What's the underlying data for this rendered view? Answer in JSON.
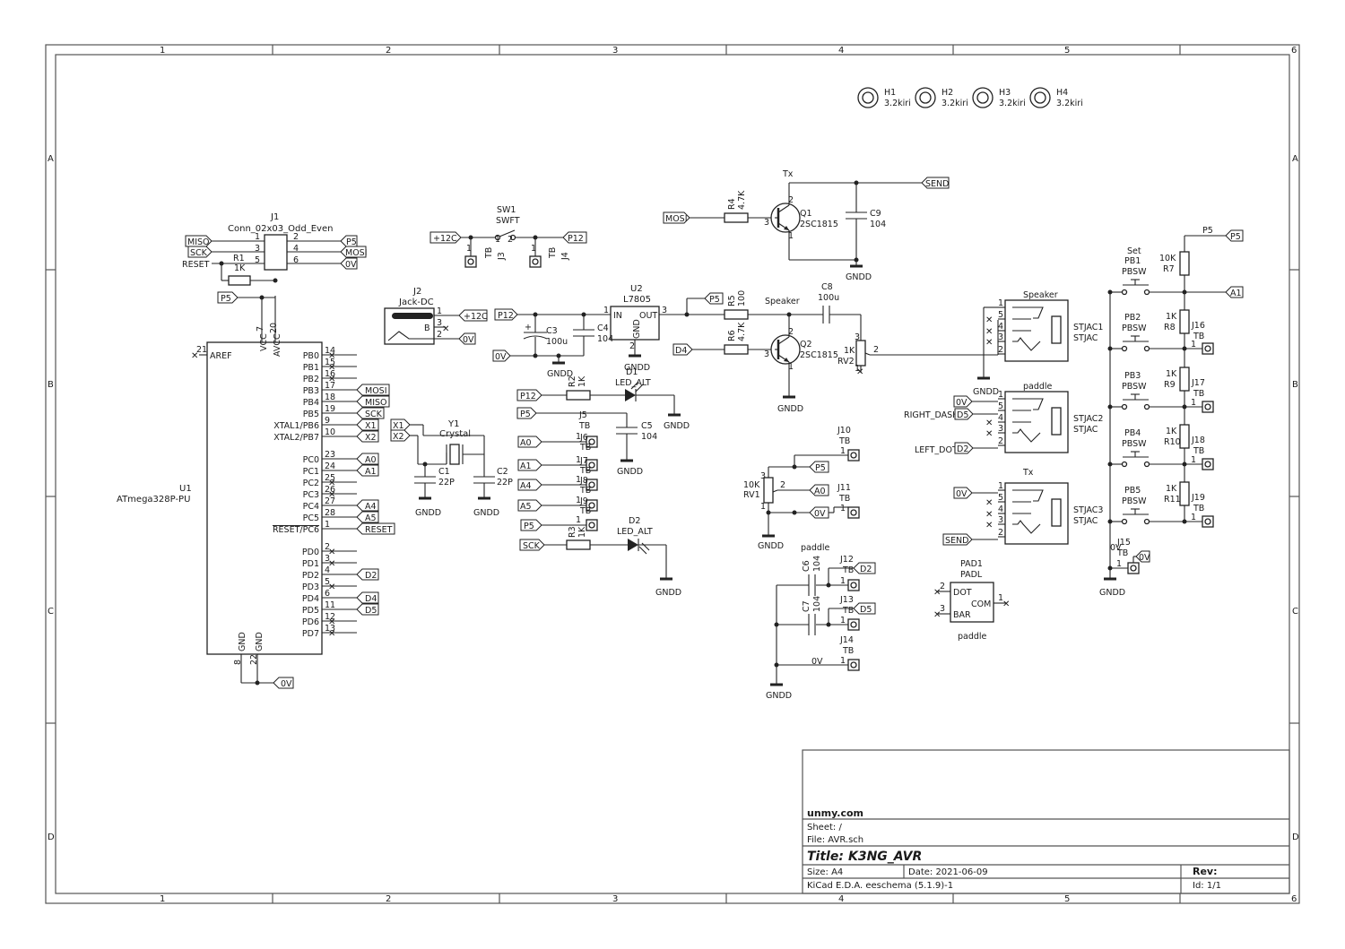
{
  "frame": {
    "cols": [
      "1",
      "2",
      "3",
      "4",
      "5",
      "6"
    ],
    "rows": [
      "A",
      "B",
      "C",
      "D"
    ]
  },
  "title_block": {
    "company": "unmy.com",
    "sheet": "Sheet: /",
    "file": "File: AVR.sch",
    "title_label": "Title:",
    "title": "K3NG_AVR",
    "size": "Size: A4",
    "date": "Date: 2021-06-09",
    "rev": "Rev:",
    "tool": "KiCad E.D.A.  eeschema (5.1.9)-1",
    "id": "Id: 1/1"
  },
  "mount_holes": [
    {
      "ref": "H1",
      "value": "3.2kiri"
    },
    {
      "ref": "H2",
      "value": "3.2kiri"
    },
    {
      "ref": "H3",
      "value": "3.2kiri"
    },
    {
      "ref": "H4",
      "value": "3.2kiri"
    }
  ],
  "u1": {
    "ref": "U1",
    "value": "ATmega328P-PU",
    "left_pins": [
      "AREF"
    ],
    "top_pins": [
      "VCC",
      "AVCC"
    ],
    "bottom_pins": [
      "GND",
      "GND"
    ],
    "right_pins": [
      "PB0",
      "PB1",
      "PB2",
      "PB3",
      "PB4",
      "PB5",
      "XTAL1/PB6",
      "XTAL2/PB7",
      "PC0",
      "PC1",
      "PC2",
      "PC3",
      "PC4",
      "PC5",
      "RESET/PC6",
      "PD0",
      "PD1",
      "PD2",
      "PD3",
      "PD4",
      "PD5",
      "PD6",
      "PD7"
    ],
    "right_nums": [
      "14",
      "15",
      "16",
      "17",
      "18",
      "19",
      "9",
      "10",
      "23",
      "24",
      "25",
      "26",
      "27",
      "28",
      "1",
      "2",
      "3",
      "4",
      "5",
      "6",
      "11",
      "12",
      "13"
    ],
    "right_nets": [
      "",
      "",
      "",
      "MOSI",
      "MISO",
      "SCK",
      "X1",
      "X2",
      "A0",
      "A1",
      "",
      "",
      "A4",
      "A5",
      "RESET",
      "",
      "",
      "D2",
      "",
      "D4",
      "D5",
      "",
      ""
    ],
    "num_aref": "21",
    "num_vcc": "7",
    "num_avcc": "20",
    "num_gnd1": "8",
    "num_gnd2": "22"
  },
  "j1": {
    "ref": "J1",
    "value": "Conn_02x03_Odd_Even",
    "left_nets": [
      "MISO",
      "SCK",
      "RESET"
    ],
    "right_nets": [
      "P5",
      "MOSI",
      "0V"
    ],
    "left_nums": [
      "1",
      "3",
      "5"
    ],
    "right_nums": [
      "2",
      "4",
      "6"
    ]
  },
  "r1": {
    "ref": "R1",
    "value": "1K"
  },
  "nets": {
    "p5": "P5",
    "p12": "P12",
    "v12": "+12C",
    "ov": "0V",
    "gndd": "GNDD",
    "mosi": "MOSI",
    "miso": "MISO",
    "sck": "SCK",
    "reset": "RESET",
    "x1": "X1",
    "x2": "X2",
    "a0": "A0",
    "a1": "A1",
    "a4": "A4",
    "a5": "A5",
    "d2": "D2",
    "d4": "D4",
    "d5": "D5",
    "send": "SEND"
  },
  "sw1": {
    "ref": "SW1",
    "value": "SWFT",
    "j3": "J3",
    "j4": "J4",
    "tb": "TB",
    "n1": "1",
    "n2": "2"
  },
  "j2": {
    "ref": "J2",
    "value": "Jack-DC",
    "b": "B",
    "n1": "1",
    "n2": "2",
    "n3": "3"
  },
  "u2": {
    "ref": "U2",
    "value": "L7805",
    "in": "IN",
    "out": "OUT",
    "gnd": "GND",
    "n1": "1",
    "n2": "2",
    "n3": "3"
  },
  "c3": {
    "ref": "C3",
    "value": "100u"
  },
  "c4": {
    "ref": "C4",
    "value": "104"
  },
  "r2": {
    "ref": "R2",
    "value": "1K"
  },
  "d1": {
    "ref": "D1",
    "value": "LED_ALT"
  },
  "c5": {
    "ref": "C5",
    "value": "104"
  },
  "y1": {
    "ref": "Y1",
    "value": "Crystal"
  },
  "c1": {
    "ref": "C1",
    "value": "22P"
  },
  "c2": {
    "ref": "C2",
    "value": "22P"
  },
  "j5": {
    "ref": "J5",
    "value": "TB"
  },
  "tb_rows": [
    {
      "net": "A0",
      "ref": "J6",
      "value": "TB"
    },
    {
      "net": "A1",
      "ref": "J7",
      "value": "TB"
    },
    {
      "net": "A4",
      "ref": "J8",
      "value": "TB"
    },
    {
      "net": "A5",
      "ref": "J9",
      "value": "TB"
    }
  ],
  "r3": {
    "ref": "R3",
    "value": "1K"
  },
  "d2": {
    "ref": "D2",
    "value": "LED_ALT"
  },
  "q1": {
    "ref": "Q1",
    "value": "2SC1815",
    "label": "Tx"
  },
  "r4": {
    "ref": "R4",
    "value": "4.7K"
  },
  "c9": {
    "ref": "C9",
    "value": "104"
  },
  "r5": {
    "ref": "R5",
    "value": "100"
  },
  "r6": {
    "ref": "R6",
    "value": "4.7K"
  },
  "q2": {
    "ref": "Q2",
    "value": "2SC1815",
    "label": "Speaker"
  },
  "c8": {
    "ref": "C8",
    "value": "100u"
  },
  "rv2": {
    "ref": "RV2",
    "value": "1K"
  },
  "stjac": [
    {
      "ref": "STJAC1",
      "value": "STJAC",
      "title": "Speaker"
    },
    {
      "ref": "STJAC2",
      "value": "STJAC",
      "title": "paddle",
      "right_dash": "RIGHT_DASH",
      "left_dot": "LEFT_DOT"
    },
    {
      "ref": "STJAC3",
      "value": "STJAC",
      "title": "Tx"
    }
  ],
  "rv1": {
    "ref": "RV1",
    "value": "10K",
    "caption": "paddle"
  },
  "j10": {
    "ref": "J10",
    "value": "TB"
  },
  "j11": {
    "ref": "J11",
    "value": "TB"
  },
  "j12": {
    "ref": "J12",
    "value": "TB"
  },
  "j13": {
    "ref": "J13",
    "value": "TB"
  },
  "j14": {
    "ref": "J14",
    "value": "TB"
  },
  "c6": {
    "ref": "C6",
    "value": "104"
  },
  "c7": {
    "ref": "C7",
    "value": "104"
  },
  "pad1": {
    "ref": "PAD1",
    "value": "PADL",
    "dot": "DOT",
    "bar": "BAR",
    "com": "COM",
    "caption": "paddle"
  },
  "buttons": [
    {
      "ref": "PB1",
      "value": "PBSW",
      "label": "Set"
    },
    {
      "ref": "PB2",
      "value": "PBSW",
      "label": ""
    },
    {
      "ref": "PB3",
      "value": "PBSW",
      "label": ""
    },
    {
      "ref": "PB4",
      "value": "PBSW",
      "label": ""
    },
    {
      "ref": "PB5",
      "value": "PBSW",
      "label": ""
    }
  ],
  "r7": {
    "ref": "R7",
    "value": "10K"
  },
  "ladder": [
    {
      "r_ref": "R8",
      "r_val": "1K",
      "j_ref": "J16",
      "j_val": "TB"
    },
    {
      "r_ref": "R9",
      "r_val": "1K",
      "j_ref": "J17",
      "j_val": "TB"
    },
    {
      "r_ref": "R10",
      "r_val": "1K",
      "j_ref": "J18",
      "j_val": "TB"
    },
    {
      "r_ref": "R11",
      "r_val": "1K",
      "j_ref": "J19",
      "j_val": "TB"
    }
  ],
  "j15": {
    "ref": "J15",
    "value": "TB"
  }
}
